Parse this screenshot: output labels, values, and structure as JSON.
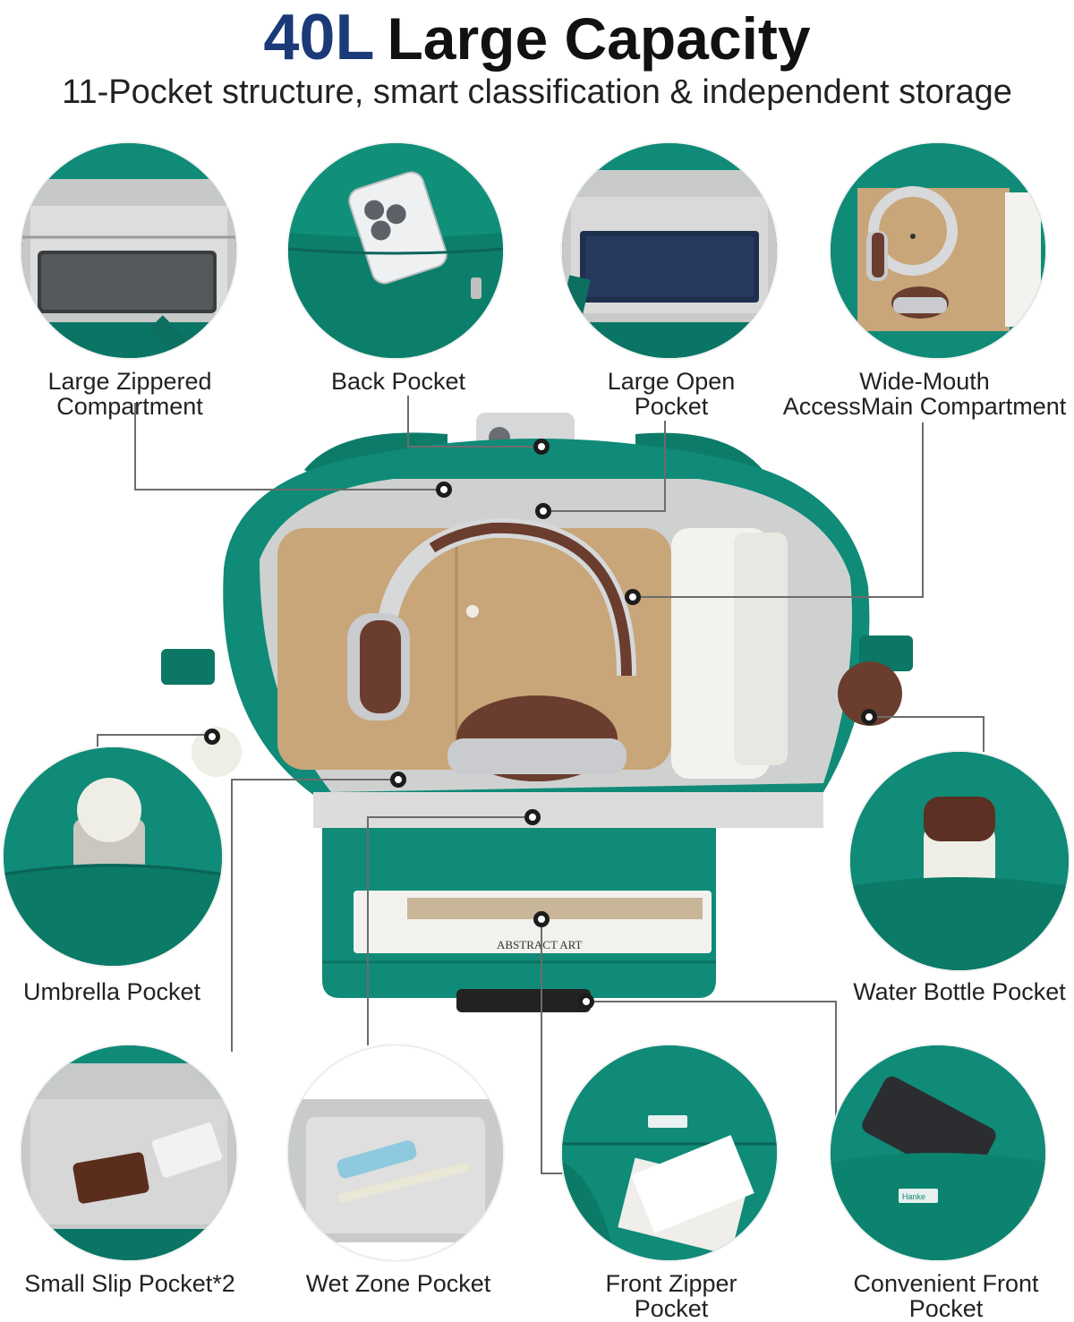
{
  "header": {
    "title_accent": "40L",
    "title_rest": "Large Capacity",
    "subtitle": "11-Pocket structure, smart classification & independent storage"
  },
  "labels": {
    "large_zippered": [
      "Large Zippered",
      "Compartment"
    ],
    "back_pocket": [
      "Back Pocket"
    ],
    "large_open": [
      "Large Open",
      "Pocket"
    ],
    "wide_mouth": [
      "Wide-Mouth",
      "AccessMain Compartment"
    ],
    "umbrella": [
      "Umbrella Pocket"
    ],
    "water_bottle": [
      "Water Bottle Pocket"
    ],
    "small_slip": [
      "Small Slip Pocket*2"
    ],
    "wet_zone": [
      "Wet Zone Pocket"
    ],
    "front_zipper": [
      "Front Zipper",
      "Pocket"
    ],
    "convenient_front": [
      "Convenient Front",
      "Pocket"
    ]
  },
  "product_text": {
    "book_title": "ABSTRACT ART",
    "brand": "Hanke"
  },
  "colors": {
    "bag_teal": "#0f8b78",
    "title_blue": "#1a3a78",
    "lining_gray": "#c9cbc9",
    "tan": "#c8a67a"
  }
}
